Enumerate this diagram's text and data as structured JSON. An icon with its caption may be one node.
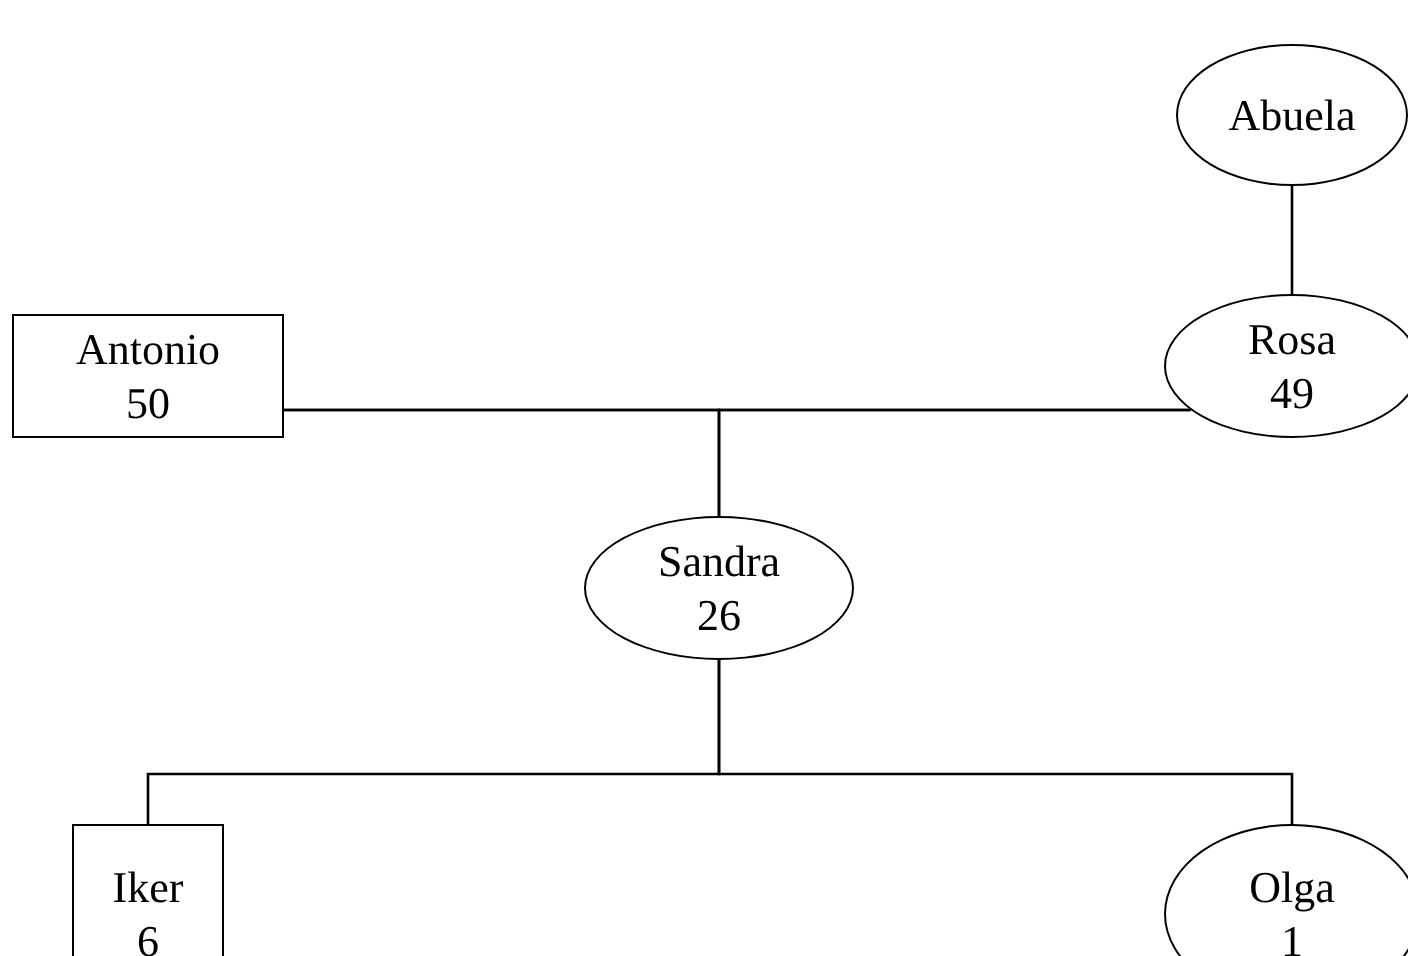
{
  "diagram": {
    "nodes": [
      {
        "text": [
          "Abuela"
        ]
      },
      {
        "text": [
          "Antonio",
          "50"
        ]
      },
      {
        "text": [
          "Rosa",
          "49"
        ]
      },
      {
        "text": [
          "Sandra",
          "26"
        ]
      },
      {
        "text": [
          "Iker",
          "6"
        ]
      },
      {
        "text": [
          "Olga",
          "1"
        ]
      }
    ],
    "edges": [
      {
        "from": 0,
        "to": 2,
        "arrow": "none"
      },
      {
        "from": 1,
        "to": 2,
        "arrow": "none"
      },
      {
        "from": 1,
        "to": 3,
        "arrow": "none"
      },
      {
        "from": 2,
        "to": 3,
        "arrow": "none"
      },
      {
        "from": 3,
        "to": 4,
        "arrow": "none"
      },
      {
        "from": 3,
        "to": 5,
        "arrow": "none"
      }
    ]
  }
}
